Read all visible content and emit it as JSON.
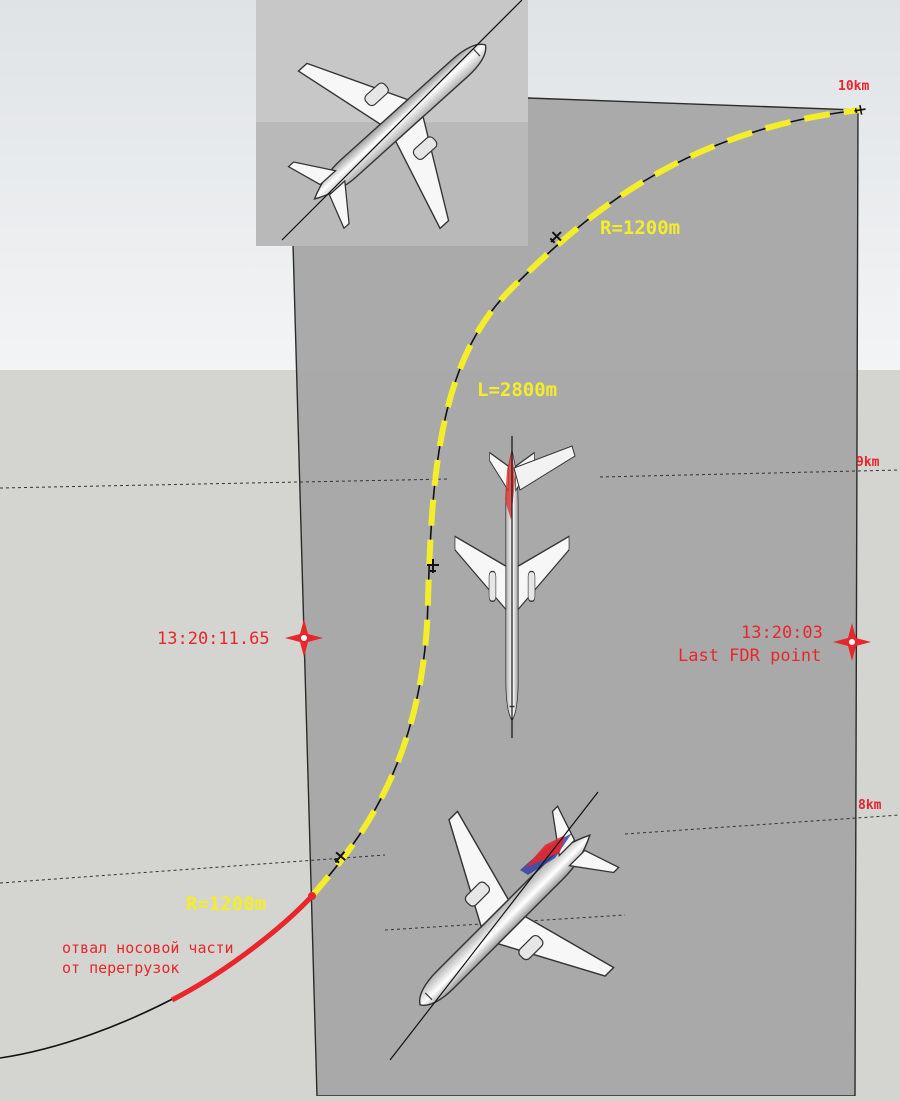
{
  "labels": {
    "dist_10km": "10km",
    "dist_9km": "9km",
    "dist_8km": "8km",
    "radius_top": "R=1200m",
    "length": "L=2800m",
    "radius_bottom": "R=1200m",
    "time_left": "13:20:11.65",
    "time_right": "13:20:03",
    "fdr_label": "Last FDR point",
    "nose_line1": "отвал носовой части",
    "nose_line2": "от перегрузок"
  },
  "colors": {
    "sky": "#e9ecee",
    "ground": "#d3d3cf",
    "plane_panel": "#b5b5b5",
    "trajectory": "#111111",
    "yellow_dash": "#f4ee2a",
    "red_path": "#e8262b",
    "marker": "#e8262b"
  }
}
